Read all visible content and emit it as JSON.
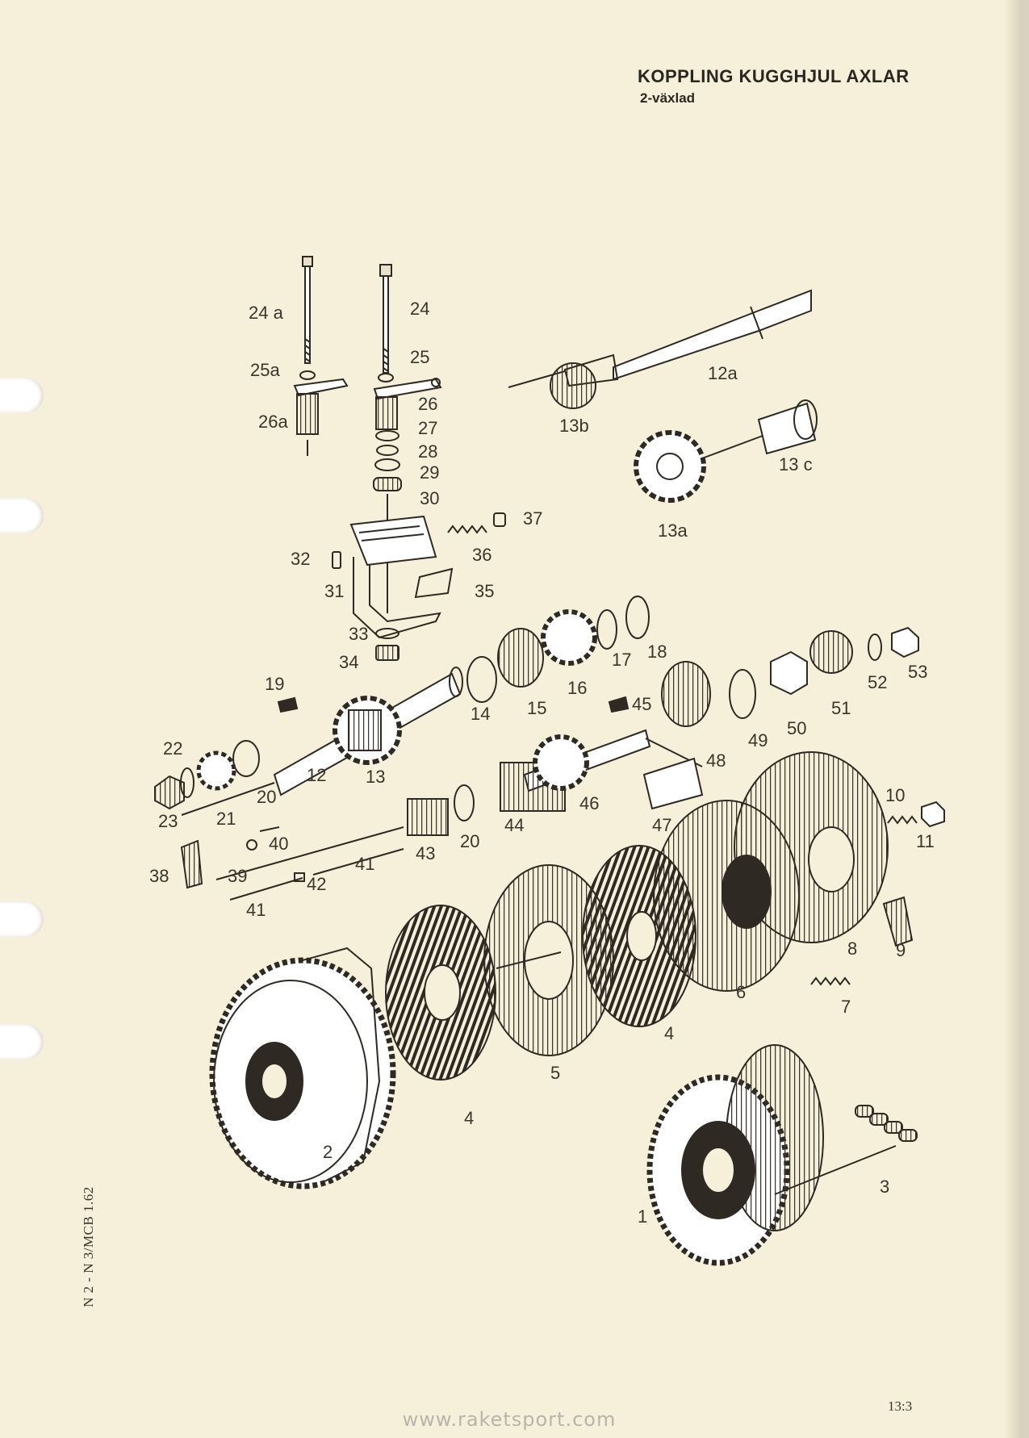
{
  "header": {
    "title": "KOPPLING KUGGHJUL AXLAR",
    "subtitle": "2-växlad"
  },
  "side_code": "N 2 - N 3/MCB  1.62",
  "page_number": "13:3",
  "watermark": "www.raketsport.com",
  "part_labels": [
    "1",
    "2",
    "3",
    "4",
    "4",
    "5",
    "6",
    "7",
    "8",
    "9",
    "10",
    "11",
    "12",
    "12a",
    "13",
    "13a",
    "13b",
    "13 c",
    "14",
    "15",
    "16",
    "17",
    "18",
    "19",
    "20",
    "20",
    "21",
    "22",
    "23",
    "24",
    "24 a",
    "25",
    "25a",
    "26",
    "26a",
    "27",
    "28",
    "29",
    "30",
    "31",
    "32",
    "33",
    "34",
    "35",
    "36",
    "37",
    "38",
    "39",
    "40",
    "41",
    "41",
    "42",
    "43",
    "44",
    "45",
    "46",
    "47",
    "48",
    "49",
    "50",
    "51",
    "52",
    "53"
  ],
  "colors": {
    "ink": "#2e2a23",
    "paper": "#f6f0da"
  }
}
